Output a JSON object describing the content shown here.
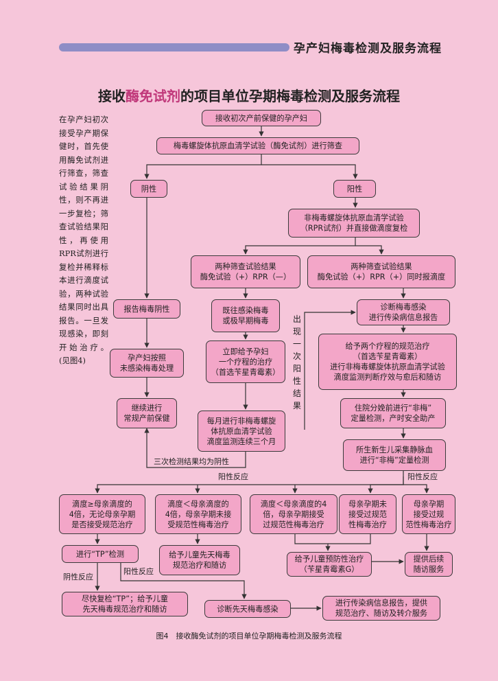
{
  "header": {
    "section_title": "孕产妇梅毒检测及服务流程"
  },
  "title": {
    "prefix": "接收",
    "highlight": "酶免试剂",
    "suffix": "的项目单位孕期梅毒检测及服务流程"
  },
  "sidebar_text": "在孕产妇初次接受孕产期保健时，首先使用酶免试剂进行筛查，筛查试验结果阴性，则不再进一步复检；筛查试验结果阳性，再使用RPR试剂进行复检并稀释标本进行滴度试验，两种试验结果同时出具报告。一旦发现感染，即刻开始治疗。(见图4)",
  "nodes": {
    "start": "接收初次产前保健的孕产妇",
    "screen": "梅毒螺旋体抗原血清学试验（酶免试剂）进行筛查",
    "negative": "阴性",
    "positive": "阳性",
    "rpr": "非梅毒螺旋体抗原血清学试验\n（RPR试剂）并直接做滴度复检",
    "res_neg": "两种筛查试验结果\n酶免试验（+）RPR（—）",
    "res_pos": "两种筛查试验结果\n酶免试验（+）RPR（+）同时报滴度",
    "report_neg": "报告梅毒阴性",
    "history": "既往感染梅毒\n或极早期梅毒",
    "diagnose": "诊断梅毒感染\n进行传染病信息报告",
    "uninfected": "孕产妇按照\n未感染梅毒处理",
    "one_course": "立即给予孕妇\n一个疗程的治疗\n（首选苄星青霉素）",
    "two_courses": "给予两个疗程的规范治疗\n（首选苄星青霉素）\n进行非梅毒螺旋体抗原血清学试验\n滴度监测判断疗效与愈后和随访",
    "continue_care": "继续进行\n常规产前保健",
    "monthly": "每月进行非梅毒螺旋\n体抗原血清学试验\n滴度监测连续三个月",
    "delivery": "住院分娩前进行“非梅”\n定量检测，产时安全助产",
    "newborn": "所生新生儿采集静脉血\n进行“非梅”定量检测",
    "c1": "滴度≥母亲滴度的\n4倍，无论母亲孕期\n是否接受规范治疗",
    "c2": "滴度＜母亲滴度的\n4倍，母亲孕期未接\n受规范性梅毒治疗",
    "c3": "滴度＜母亲滴度的4\n倍，母亲孕期接受\n过规范性梅毒治疗",
    "c4": "母亲孕期未\n接受过规范\n性梅毒治疗",
    "c5": "母亲孕期\n接受过规\n范性梅毒治疗",
    "tp": "进行“TP”检测",
    "treat_c2": "给予儿童先天梅毒\n规范治疗和随访",
    "preventive": "给予儿童预防性治疗\n（苄星青霉素G）",
    "followup": "提供后续\n随访服务",
    "retest": "尽快复检“TP”；给予儿童\n先天梅毒规范治疗和随访",
    "congenital": "诊断先天梅毒感染",
    "final_report": "进行传染病信息报告，提供\n规范治疗、随访及转介服务"
  },
  "edge_labels": {
    "one_positive": "出现一次阳性结果",
    "three_negative": "三次检测结果均为阴性",
    "positive_reaction_left": "阳性反应",
    "positive_reaction_right": "阳性反应",
    "negative_reaction": "阴性反应",
    "positive_reaction_tp": "阳性反应"
  },
  "caption": "图4　接收酶免试剂的项目单位孕期梅毒检测及服务流程",
  "colors": {
    "background": "#f6c6da",
    "box_fill": "#f3a6c8",
    "header_bar": "#8e8dc6",
    "highlight": "#c0387a"
  }
}
